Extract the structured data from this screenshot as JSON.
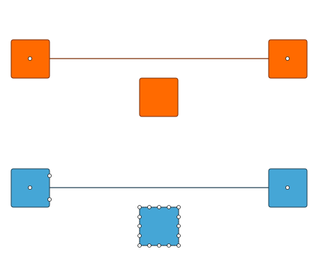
{
  "colors": {
    "background": "#ffffff",
    "orange_fill": "#ff6a00",
    "orange_stroke": "#7a2a00",
    "blue_fill": "#45a6d6",
    "blue_stroke": "#1d3f52",
    "edge_orange": "#7a2a00",
    "edge_blue": "#1d3f52",
    "port_fill": "#ffffff",
    "port_stroke": "#222222",
    "handle_fill": "#ffffff",
    "handle_stroke": "#222222"
  },
  "diagram": {
    "nodes": [
      {
        "id": "orange-left",
        "color": "orange",
        "has_center_port": true
      },
      {
        "id": "orange-right",
        "color": "orange",
        "has_center_port": true
      },
      {
        "id": "orange-middle",
        "color": "orange",
        "has_center_port": false
      },
      {
        "id": "blue-left",
        "color": "blue",
        "has_center_port": true,
        "side_ports": 2
      },
      {
        "id": "blue-right",
        "color": "blue",
        "has_center_port": true
      },
      {
        "id": "blue-middle",
        "color": "blue",
        "has_center_port": false,
        "selected": true
      }
    ],
    "edges": [
      {
        "from": "orange-left",
        "to": "orange-right",
        "color": "orange"
      },
      {
        "from": "blue-left",
        "to": "blue-right",
        "color": "blue"
      }
    ]
  }
}
